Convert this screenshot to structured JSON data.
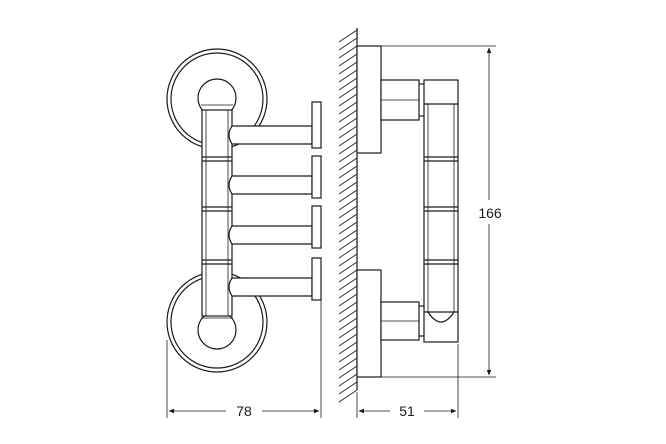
{
  "dimensions": {
    "width_label": "78",
    "depth_label": "51",
    "height_label": "166"
  },
  "colors": {
    "line": "#1a1a1a",
    "background": "#ffffff"
  }
}
